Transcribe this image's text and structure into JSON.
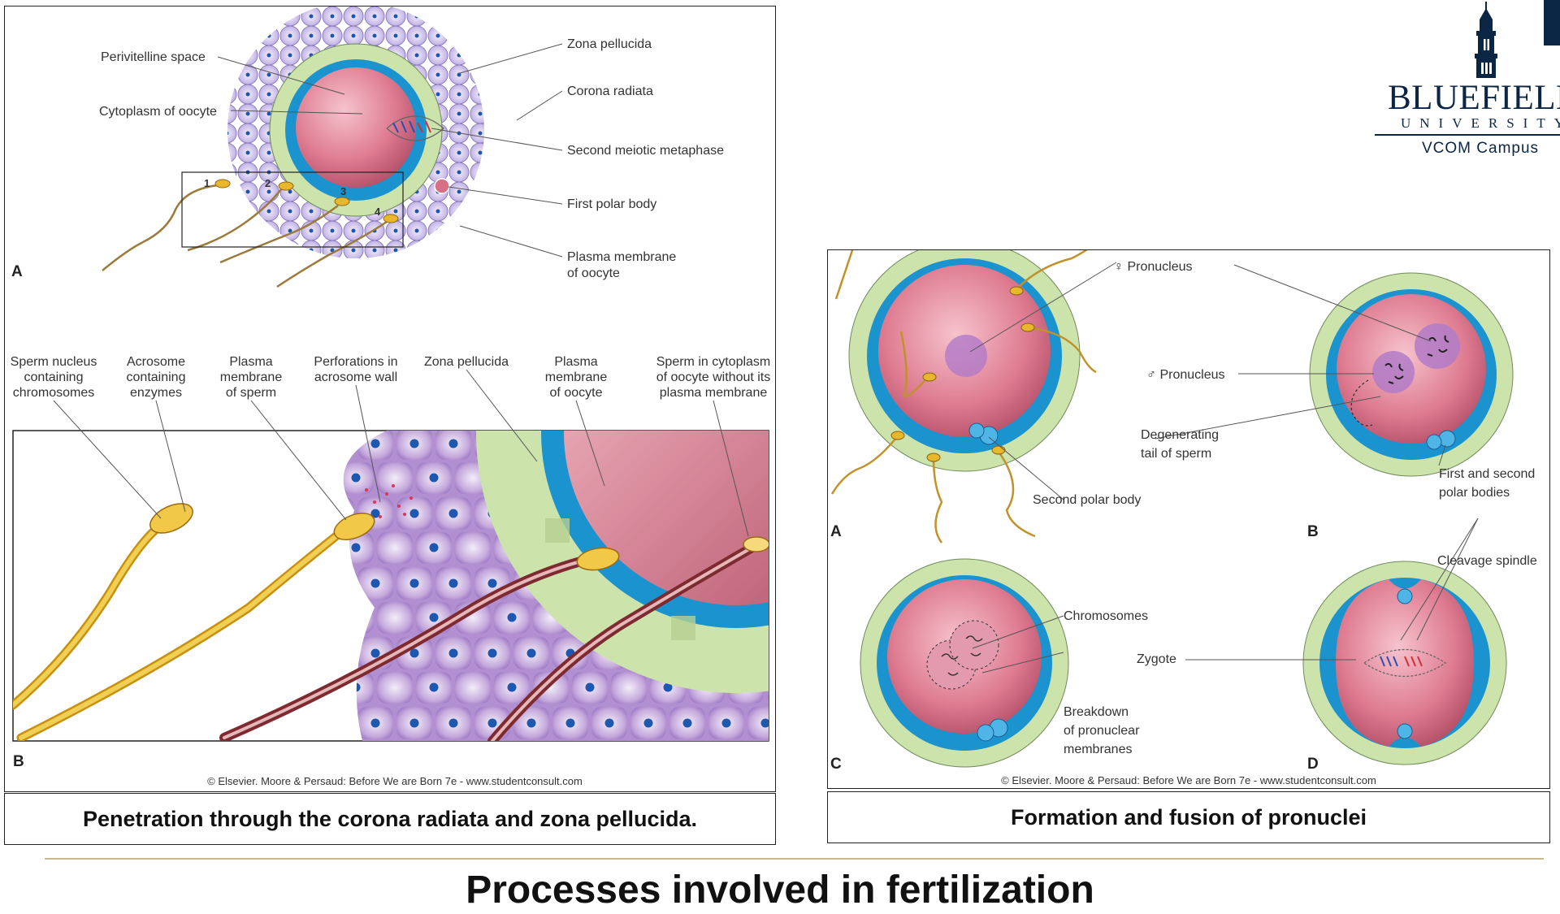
{
  "left_figure": {
    "part_a_letter": "A",
    "part_a_labels": {
      "perivitelline": "Perivitelline space",
      "cytoplasm": "Cytoplasm of oocyte",
      "zona": "Zona pellucida",
      "corona": "Corona radiata",
      "metaphase": "Second meiotic metaphase",
      "polar": "First polar body",
      "plasma_line1": "Plasma membrane",
      "plasma_line2": "of oocyte"
    },
    "sperm_numbers": [
      "1",
      "2",
      "3",
      "4"
    ],
    "part_b_letter": "B",
    "part_b_labels": {
      "nucleus": [
        "Sperm nucleus",
        "containing",
        "chromosomes"
      ],
      "acrosome": [
        "Acrosome",
        "containing",
        "enzymes"
      ],
      "plasma_sperm": [
        "Plasma",
        "membrane",
        "of sperm"
      ],
      "perforations": [
        "Perforations in",
        "acrosome wall"
      ],
      "zona": [
        "Zona pellucida"
      ],
      "plasma_oocyte": [
        "Plasma",
        "membrane",
        "of oocyte"
      ],
      "cytoplasm": [
        "Sperm in cytoplasm",
        "of oocyte without its",
        "plasma membrane"
      ]
    },
    "copyright": "© Elsevier. Moore & Persaud: Before We are Born 7e - www.studentconsult.com"
  },
  "left_caption": "Penetration through the corona radiata and zona pellucida.",
  "right_figure": {
    "female_pronucleus": "♀ Pronucleus",
    "male_pronucleus": "♂ Pronucleus",
    "degenerating": [
      "Degenerating",
      "tail of sperm"
    ],
    "second_polar": "Second polar body",
    "polar_bodies": [
      "First and second",
      "polar bodies"
    ],
    "chromosomes": "Chromosomes",
    "breakdown": [
      "Breakdown",
      "of pronuclear",
      "membranes"
    ],
    "cleavage": "Cleavage spindle",
    "zygote": "Zygote",
    "letters": [
      "A",
      "B",
      "C",
      "D"
    ],
    "copyright": "© Elsevier. Moore & Persaud: Before We are Born 7e - www.studentconsult.com"
  },
  "right_caption": "Formation and fusion of pronuclei",
  "slide_title": "Processes involved in fertilization",
  "logo": {
    "wordmark": "BLUEFIELD",
    "sub": "UNIVERSITY",
    "campus": "VCOM Campus",
    "brand_color": "#0b2545"
  },
  "colors": {
    "zona": "#cde3ac",
    "perivitelline": "#1b93cf",
    "cytoplasm": "#d96f86",
    "corona_cell": "#c9cdf0",
    "sperm": "#e8b72c"
  }
}
